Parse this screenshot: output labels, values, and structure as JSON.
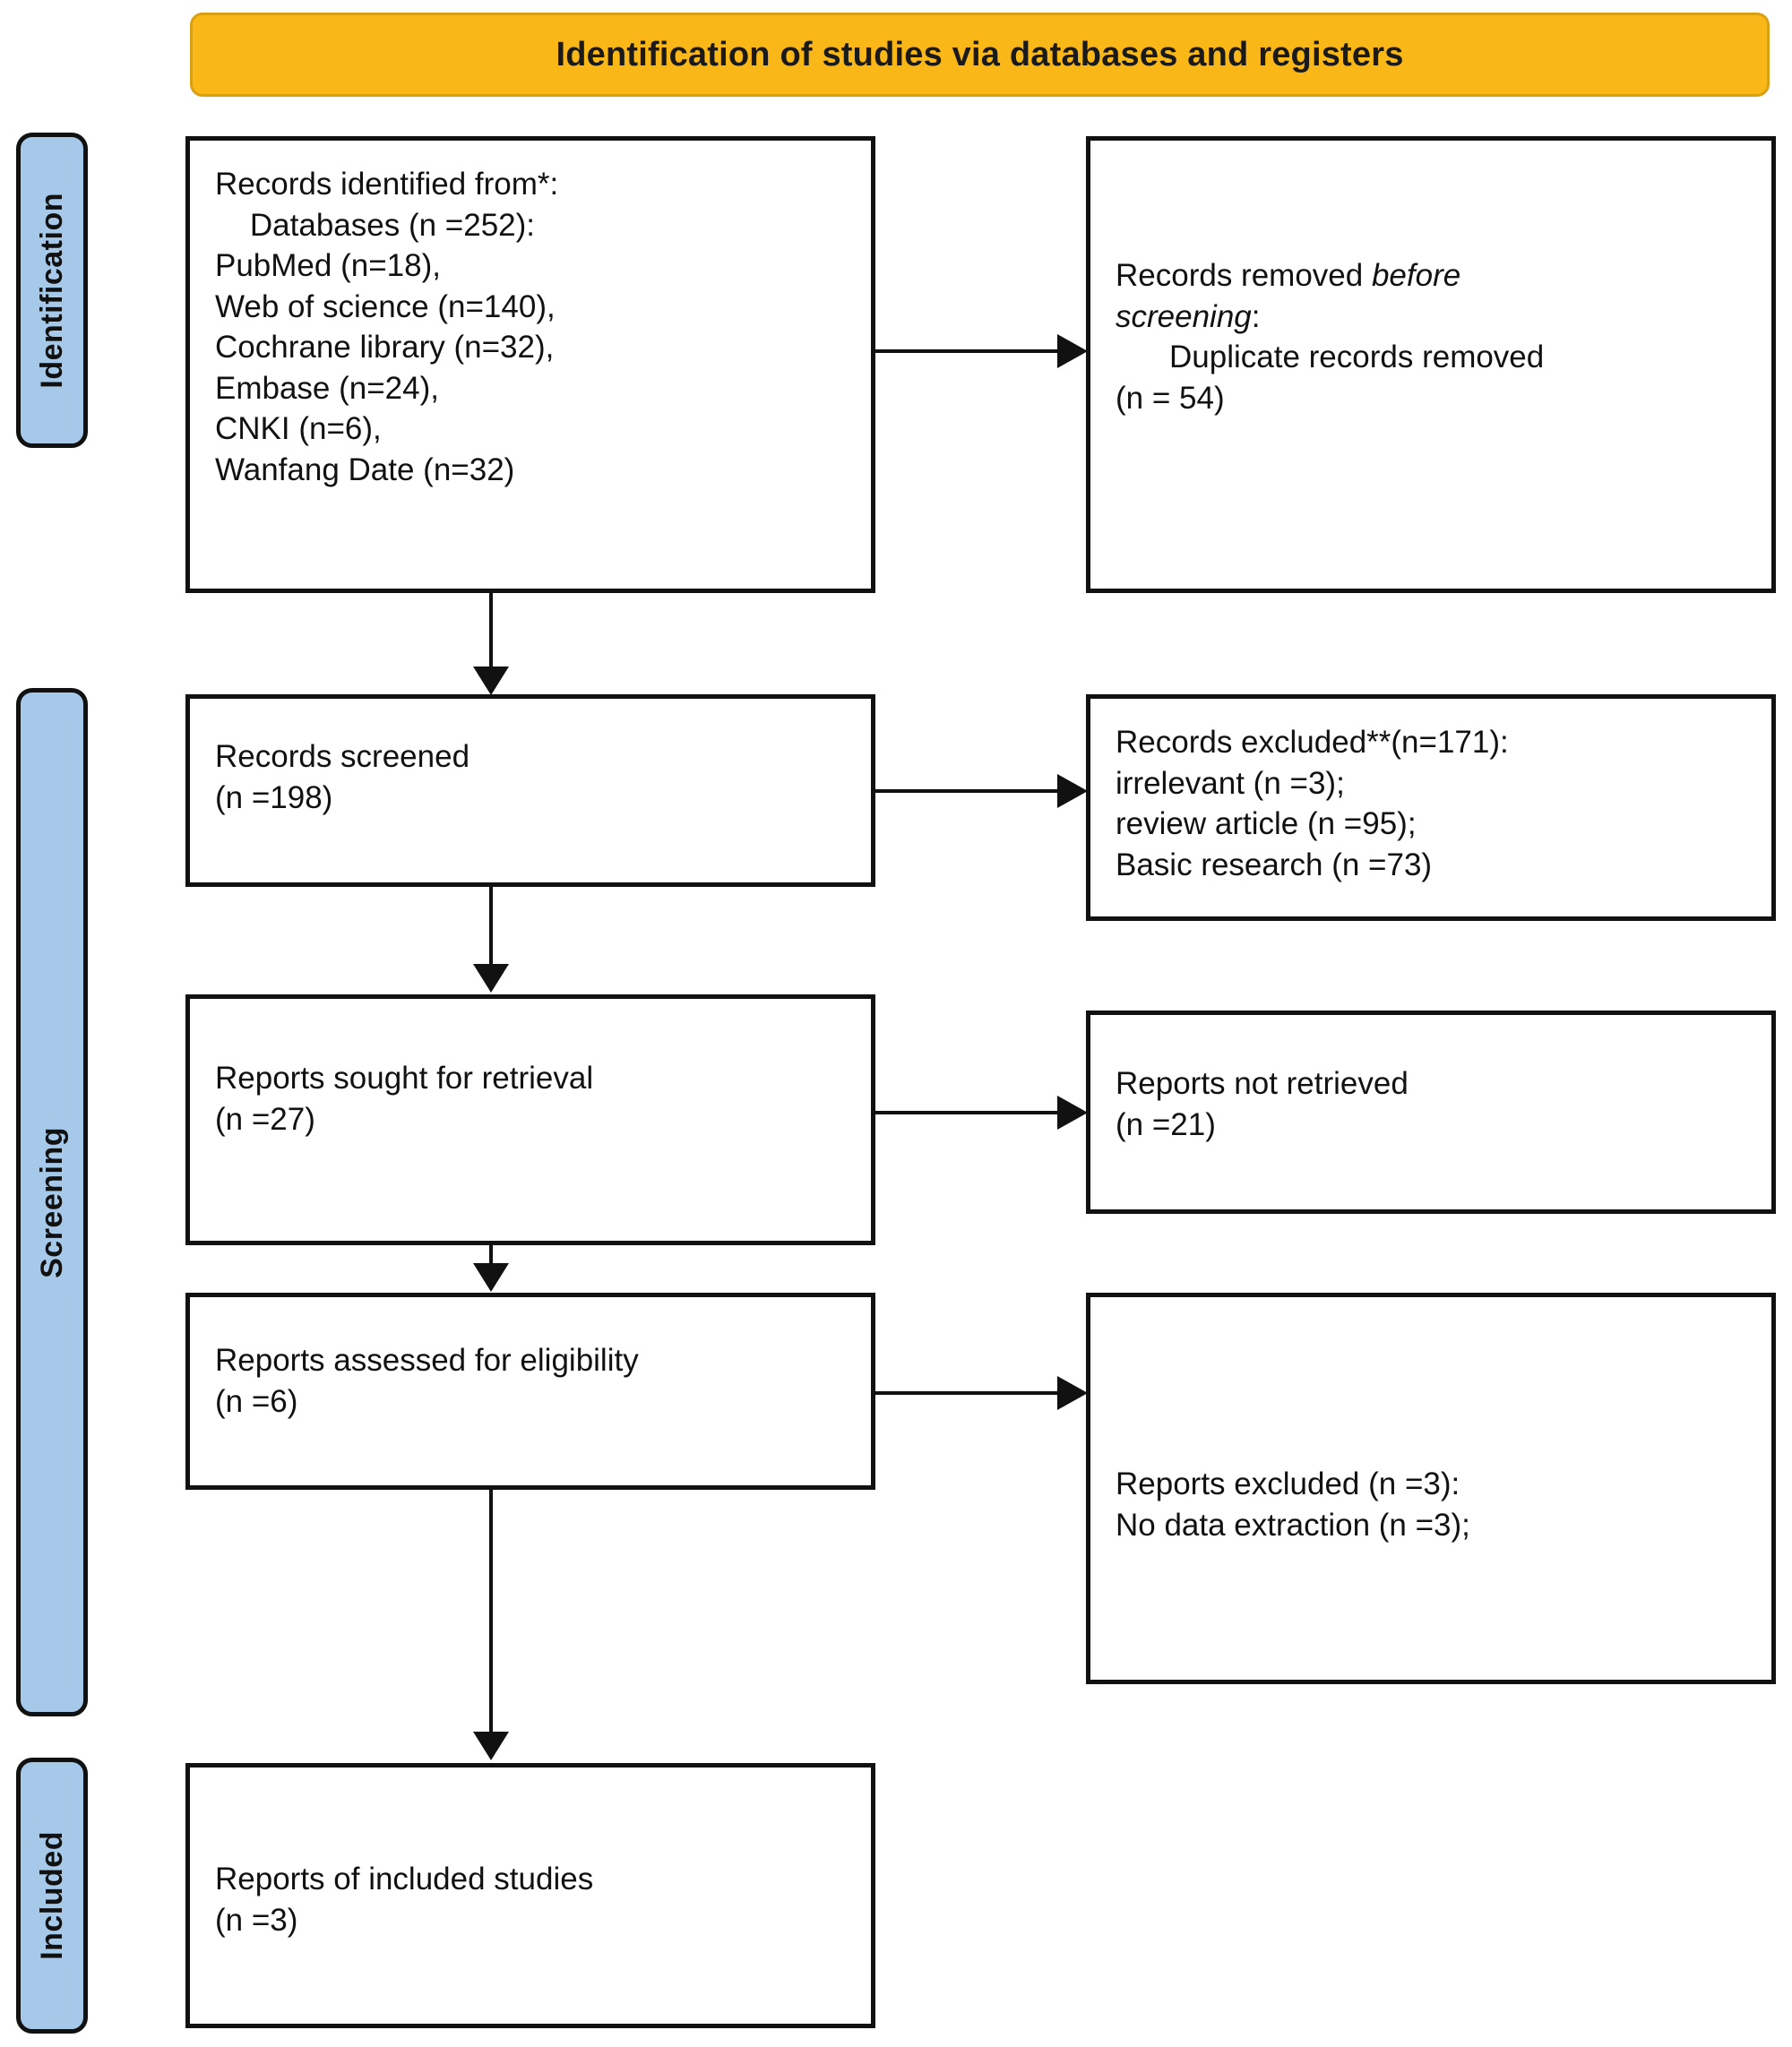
{
  "banner": {
    "title": "Identification of studies via databases and registers",
    "color": "#F9B818"
  },
  "stages": {
    "identification": "Identification",
    "screening": "Screening",
    "included": "Included",
    "color": "#A6C9E9"
  },
  "boxes": {
    "identified": {
      "heading": "Records identified from*:",
      "sub_heading": "Databases (n =252):",
      "sources": [
        "PubMed (n=18),",
        "Web of science (n=140),",
        "Cochrane library (n=32),",
        "Embase (n=24),",
        "CNKI (n=6),",
        "Wanfang Date (n=32)"
      ],
      "full_text": "Records identified from*:\n    Databases (n =252):\nPubMed (n=18),\nWeb of science (n=140),\nCochrane library (n=32),\nEmbase (n=24),\nCNKI (n=6),\nWanfang Date (n=32)"
    },
    "removed": {
      "line1_normal": "Records removed ",
      "line1_italic": "before",
      "line2_italic": "screening",
      "line2_normal": ":",
      "line3": "Duplicate records removed",
      "line4": "(n = 54)"
    },
    "screened": {
      "label": "Records screened",
      "count": "(n =198)",
      "full_text": "Records screened\n(n =198)"
    },
    "excluded_screening": {
      "heading": "Records excluded**(n=171):",
      "reasons": [
        "irrelevant (n =3);",
        "review article (n =95);",
        "Basic research (n =73)"
      ],
      "full_text": "Records excluded**(n=171):\nirrelevant (n =3);\nreview article (n =95);\nBasic research (n =73)"
    },
    "sought": {
      "label": "Reports sought for retrieval",
      "count": "(n =27)",
      "full_text": "Reports sought for retrieval\n(n =27)"
    },
    "not_retrieved": {
      "label": "Reports not retrieved",
      "count": "(n =21)",
      "full_text": "Reports not retrieved\n(n =21)"
    },
    "assessed": {
      "label": "Reports assessed for eligibility",
      "count": "(n =6)",
      "full_text": "Reports assessed for eligibility\n(n =6)"
    },
    "excluded_eligibility": {
      "heading": "Reports excluded (n =3):",
      "reasons": [
        "No data extraction (n =3);"
      ],
      "full_text": "Reports excluded (n =3):\nNo data extraction (n =3);"
    },
    "included": {
      "label": "Reports of included studies",
      "count": "(n =3)",
      "full_text": "Reports of included studies\n(n =3)"
    }
  },
  "chart_data": {
    "type": "flowchart",
    "title": "Identification of studies via databases and registers",
    "nodes": [
      {
        "id": "identified",
        "stage": "Identification",
        "column": "left",
        "n": 252,
        "label": "Records identified from*: Databases (n =252)",
        "breakdown": [
          {
            "source": "PubMed",
            "n": 18
          },
          {
            "source": "Web of science",
            "n": 140
          },
          {
            "source": "Cochrane library",
            "n": 32
          },
          {
            "source": "Embase",
            "n": 24
          },
          {
            "source": "CNKI",
            "n": 6
          },
          {
            "source": "Wanfang Date",
            "n": 32
          }
        ]
      },
      {
        "id": "removed",
        "stage": "Identification",
        "column": "right",
        "n": 54,
        "label": "Records removed before screening: Duplicate records removed (n = 54)"
      },
      {
        "id": "screened",
        "stage": "Screening",
        "column": "left",
        "n": 198,
        "label": "Records screened (n =198)"
      },
      {
        "id": "excluded_screening",
        "stage": "Screening",
        "column": "right",
        "n": 171,
        "label": "Records excluded**(n=171)",
        "breakdown": [
          {
            "reason": "irrelevant",
            "n": 3
          },
          {
            "reason": "review article",
            "n": 95
          },
          {
            "reason": "Basic research",
            "n": 73
          }
        ]
      },
      {
        "id": "sought",
        "stage": "Screening",
        "column": "left",
        "n": 27,
        "label": "Reports sought for retrieval (n =27)"
      },
      {
        "id": "not_retrieved",
        "stage": "Screening",
        "column": "right",
        "n": 21,
        "label": "Reports not retrieved (n =21)"
      },
      {
        "id": "assessed",
        "stage": "Screening",
        "column": "left",
        "n": 6,
        "label": "Reports assessed for eligibility (n =6)"
      },
      {
        "id": "excluded_eligibility",
        "stage": "Screening",
        "column": "right",
        "n": 3,
        "label": "Reports excluded (n =3)",
        "breakdown": [
          {
            "reason": "No data extraction",
            "n": 3
          }
        ]
      },
      {
        "id": "included",
        "stage": "Included",
        "column": "left",
        "n": 3,
        "label": "Reports of included studies (n =3)"
      }
    ],
    "edges": [
      {
        "from": "identified",
        "to": "removed",
        "direction": "horizontal"
      },
      {
        "from": "identified",
        "to": "screened",
        "direction": "vertical"
      },
      {
        "from": "screened",
        "to": "excluded_screening",
        "direction": "horizontal"
      },
      {
        "from": "screened",
        "to": "sought",
        "direction": "vertical"
      },
      {
        "from": "sought",
        "to": "not_retrieved",
        "direction": "horizontal"
      },
      {
        "from": "sought",
        "to": "assessed",
        "direction": "vertical"
      },
      {
        "from": "assessed",
        "to": "excluded_eligibility",
        "direction": "horizontal"
      },
      {
        "from": "assessed",
        "to": "included",
        "direction": "vertical"
      }
    ]
  }
}
